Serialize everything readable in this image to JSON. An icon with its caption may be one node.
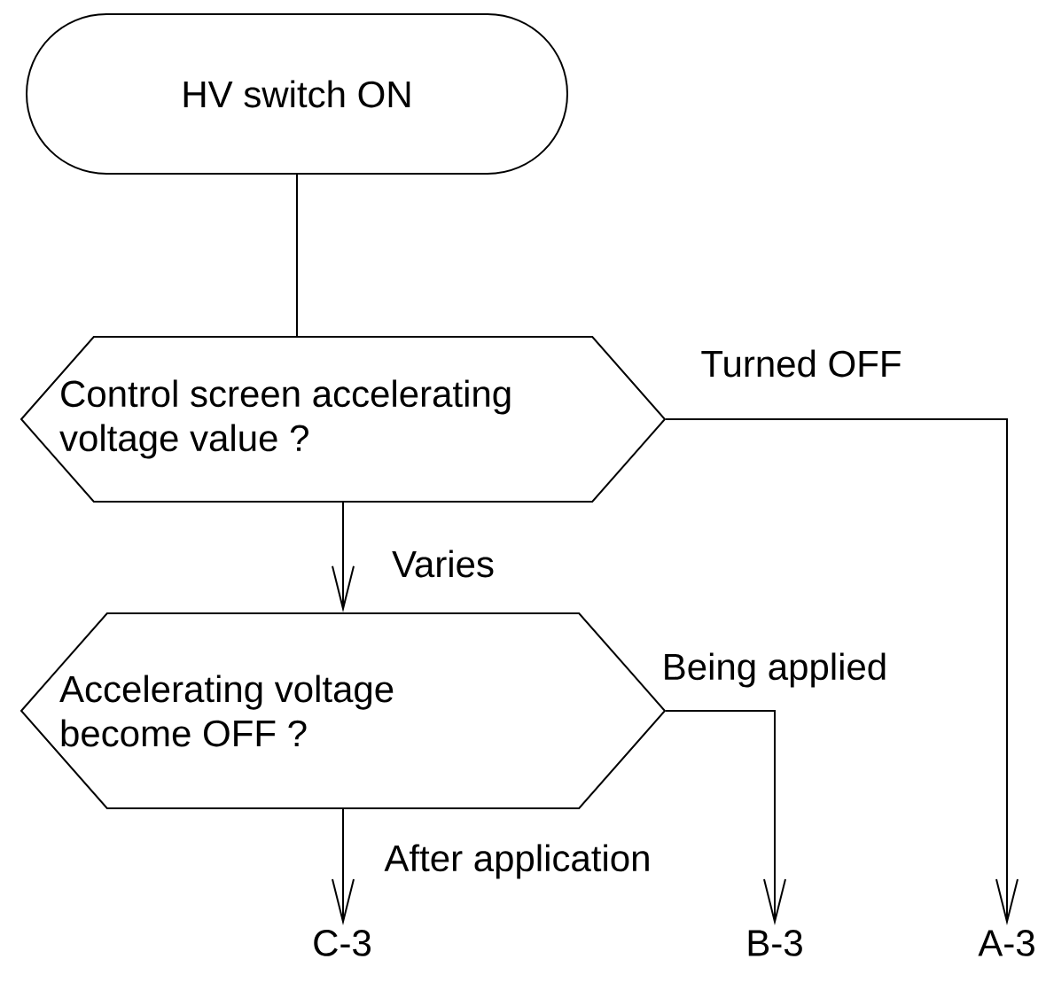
{
  "diagram": {
    "nodes": [
      {
        "text": [
          "HV switch ON"
        ]
      },
      {
        "text": [
          "Control screen accelerating voltage value ?"
        ]
      },
      {
        "text": [
          "Accelerating voltage become OFF ?"
        ]
      },
      {
        "text": [
          "C-3"
        ]
      },
      {
        "text": [
          "B-3"
        ]
      },
      {
        "text": [
          "A-3"
        ]
      }
    ],
    "edges": [
      {
        "from": 0,
        "to": 1,
        "arrow": "none"
      },
      {
        "from": 1,
        "to": 2,
        "arrow": "to",
        "label": "Varies"
      },
      {
        "from": 1,
        "to": 5,
        "arrow": "to",
        "label": "Turned OFF"
      },
      {
        "from": 2,
        "to": 3,
        "arrow": "to",
        "label": "After application"
      },
      {
        "from": 2,
        "to": 4,
        "arrow": "to",
        "label": "Being applied"
      }
    ]
  }
}
